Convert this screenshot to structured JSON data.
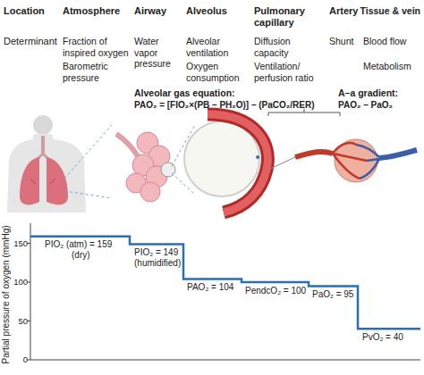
{
  "diagram": {
    "labels": [
      "Location",
      "Atmosphere",
      "Airway",
      "Alveolus",
      "Pulmonary capillary",
      "Artery",
      "Tissue & vein",
      "Determinant",
      "Fraction of inspired oxygen",
      "Barometric pressure",
      "Water vapor pressure",
      "Alveolar ventilation",
      "Oxygen consumption",
      "Diffusion capacity",
      "Ventilation/ perfusion ratio",
      "Shunt",
      "Blood flow",
      "Metabolism",
      "Alveolar gas equation:",
      "PAO₂ = [FIO₂×(PB – PH₂O)] – (PaCO₂/RER)",
      "A–a gradient:",
      "PAO₂ – PaO₂",
      "Partial pressure of oxygen (mmHg)",
      "150",
      "100",
      "50",
      "0",
      "PIO₂ (atm) = 159",
      "(dry)",
      "PIO₂ = 149",
      "(humidified)",
      "PAO₂ = 104",
      "PendcO₂ = 100",
      "PaO₂ = 95",
      "PvO₂ = 40"
    ]
  }
}
